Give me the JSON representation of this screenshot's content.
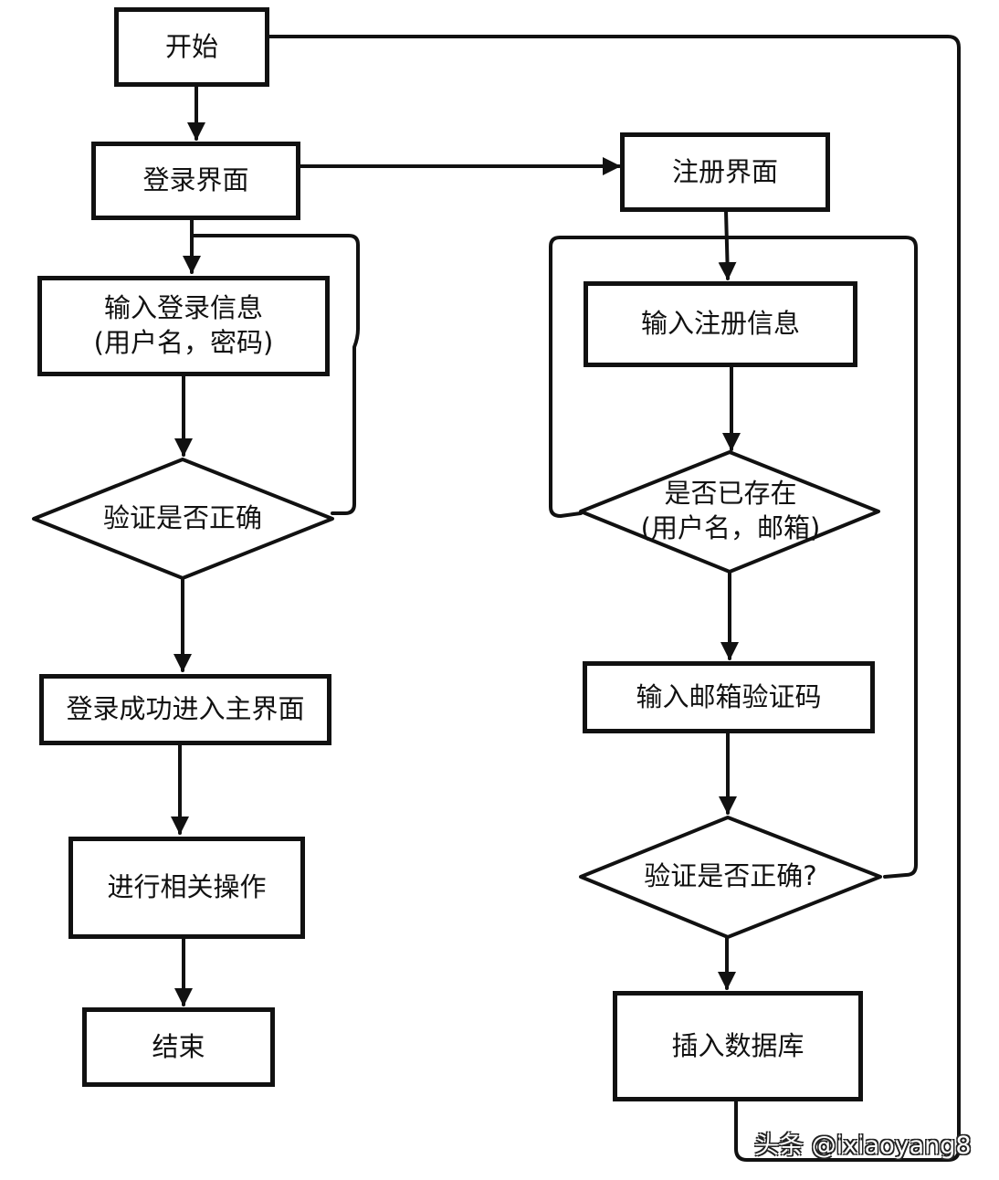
{
  "nodes": {
    "start": "开始",
    "login_page": "登录界面",
    "register_page": "注册界面",
    "input_login_line1": "输入登录信息",
    "input_login_line2": "(用户名，密码)",
    "verify_login": "验证是否正确",
    "login_success": "登录成功进入主界面",
    "do_operations": "进行相关操作",
    "end": "结束",
    "input_register": "输入注册信息",
    "exists_line1": "是否已存在",
    "exists_line2": "(用户名，邮箱)",
    "input_email_code": "输入邮箱验证码",
    "verify_code": "验证是否正确?",
    "insert_db": "插入数据库"
  },
  "watermark": "头条 @ixiaoyang8"
}
